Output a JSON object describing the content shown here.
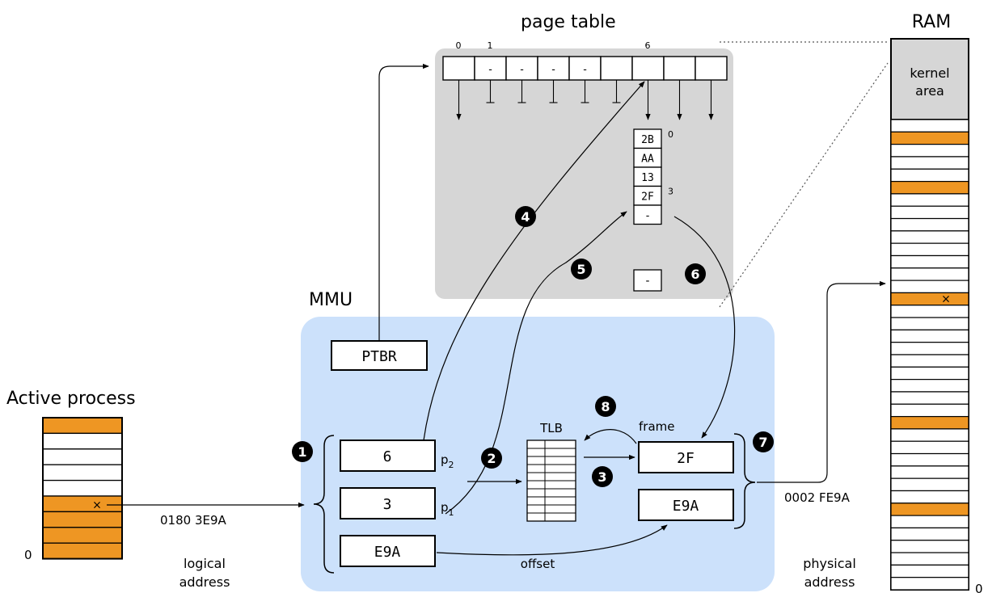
{
  "colors": {
    "mmu_bg": "#cce1fb",
    "page_table_bg": "#d6d6d6",
    "used_frame": "#ee9623",
    "kernel_area": "#d6d6d6",
    "step_circle": "#000000"
  },
  "page_table": {
    "title": "page table",
    "index_labels": [
      "0",
      "1",
      "6"
    ],
    "entries": [
      "",
      "-",
      "-",
      "-",
      "-",
      "",
      "",
      "",
      ""
    ],
    "second_level": [
      "2B",
      "AA",
      "13",
      "2F",
      "-"
    ],
    "second_level_index_labels": [
      "0",
      "3"
    ],
    "extra_entry": "-"
  },
  "ram": {
    "title": "RAM",
    "kernel_label_line1": "kernel",
    "kernel_label_line2": "area",
    "bottom_label": "0",
    "used_rows": [
      1,
      5,
      14,
      24,
      31
    ],
    "marked_row": 14,
    "row_count": 38
  },
  "mmu": {
    "title": "MMU",
    "ptbr_label": "PTBR",
    "p2_value": "6",
    "p1_value": "3",
    "offset_value": "E9A",
    "p2_label": "p",
    "p2_sub": "2",
    "p1_label": "p",
    "p1_sub": "1",
    "tlb_label": "TLB",
    "frame_label": "frame",
    "frame_value": "2F",
    "frame_offset_value": "E9A",
    "offset_label": "offset"
  },
  "process": {
    "title": "Active process",
    "bottom_label": "0",
    "used_rows": [
      0,
      5,
      6,
      7,
      8
    ],
    "marked_row": 5
  },
  "addresses": {
    "logical_value": "0180 3E9A",
    "logical_line1": "logical",
    "logical_line2": "address",
    "physical_value": "0002 FE9A",
    "physical_line1": "physical",
    "physical_line2": "address"
  },
  "steps": [
    "1",
    "2",
    "3",
    "4",
    "5",
    "6",
    "7",
    "8"
  ],
  "mark_symbol": "×"
}
